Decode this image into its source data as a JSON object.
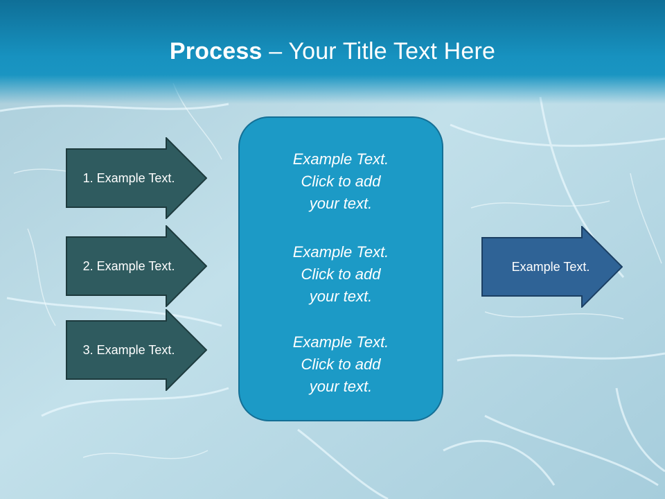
{
  "slide": {
    "title_bold": "Process",
    "title_rest": " – Your Title Text Here"
  },
  "inputs": [
    {
      "label": "1. Example Text."
    },
    {
      "label": "2. Example Text."
    },
    {
      "label": "3. Example Text."
    }
  ],
  "center": {
    "blocks": [
      {
        "line1": "Example Text.",
        "line2": "Click  to add",
        "line3": "your text."
      },
      {
        "line1": "Example Text.",
        "line2": "Click  to add",
        "line3": "your text."
      },
      {
        "line1": "Example Text.",
        "line2": "Click  to add",
        "line3": "your text."
      }
    ]
  },
  "output": {
    "label": "Example Text."
  },
  "colors": {
    "header_blue": "#1792c0",
    "input_arrow_fill": "#2f5b5f",
    "output_arrow_fill": "#2f6396",
    "center_box_fill": "#1c9ac6",
    "background_ice": "#b5d6e2"
  }
}
